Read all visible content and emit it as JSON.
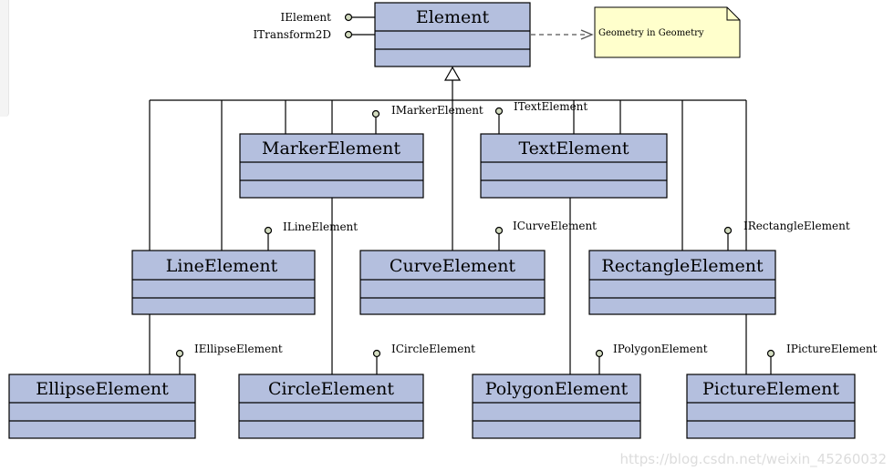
{
  "classes": {
    "element": "Element",
    "marker": "MarkerElement",
    "text": "TextElement",
    "line": "LineElement",
    "curve": "CurveElement",
    "rectangle": "RectangleElement",
    "ellipse": "EllipseElement",
    "circle": "CircleElement",
    "polygon": "PolygonElement",
    "picture": "PictureElement"
  },
  "interfaces": {
    "ielement": "IElement",
    "itransform2d": "ITransform2D",
    "imarker": "IMarkerElement",
    "itext": "ITextElement",
    "iline": "ILineElement",
    "icurve": "ICurveElement",
    "irectangle": "IRectangleElement",
    "iellipse": "IEllipseElement",
    "icircle": "ICircleElement",
    "ipolygon": "IPolygonElement",
    "ipicture": "IPictureElement"
  },
  "note": {
    "text": "Geometry in Geometry"
  },
  "watermark": "https://blog.csdn.net/weixin_45260032",
  "colors": {
    "class_fill": "#b4bfde",
    "note_fill": "#ffffcc",
    "lollipop_fill": "#d3dcc0"
  }
}
